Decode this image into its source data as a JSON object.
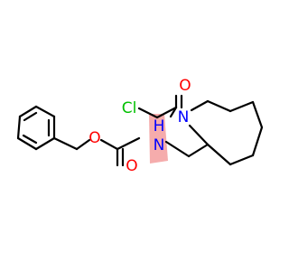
{
  "molecule": {
    "atom_labels": {
      "oxygen_ether": "O",
      "oxygen_carbamate": "O",
      "nitrogen_amide": "N",
      "hydrogen_amide": "H",
      "chlorine": "Cl",
      "oxygen_ketone": "O",
      "nitrogen_ring": "N"
    },
    "colors": {
      "bond": "#000000",
      "oxygen": "#ff0000",
      "nitrogen": "#0000ff",
      "chlorine": "#00c000",
      "highlight": "#f4a3a3"
    }
  }
}
